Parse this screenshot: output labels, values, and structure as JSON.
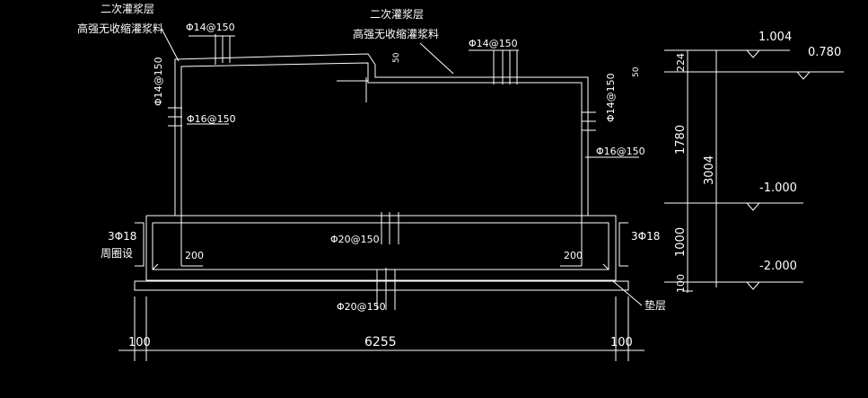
{
  "colors": {
    "background": "#000000",
    "line": "#ffffff"
  },
  "annotations": {
    "grout_left": {
      "line1": "二次灌浆层",
      "line2": "高强无收缩灌浆料"
    },
    "grout_mid": {
      "line1": "二次灌浆层",
      "line2": "高强无收缩灌浆料"
    },
    "rebar_top_left": "Φ14@150",
    "rebar_top_mid": "Φ14@150",
    "rebar_left_vertical": "Φ14@150",
    "rebar_left_wall": "Φ16@150",
    "rebar_right_vertical": "Φ14@150",
    "rebar_right_wall": "Φ16@150",
    "rebar_slab_mid": "Φ20@150",
    "rebar_base": "Φ20@150",
    "ring_left_line1": "3Φ18",
    "ring_left_line2": "周圈设",
    "ring_right": "3Φ18",
    "inner_left_200": "200",
    "inner_right_200": "200",
    "small_top_left_50": "50",
    "small_top_right_50": "50",
    "bedding_layer": "垫层"
  },
  "levels": {
    "top": "1.004",
    "top_right": "0.780",
    "mid": "-1.000",
    "bottom": "-2.000"
  },
  "dimensions": {
    "right_224": "224",
    "right_1780": "1780",
    "right_3004": "3004",
    "right_1000": "1000",
    "right_100": "100",
    "bottom_left_100": "100",
    "bottom_6255": "6255",
    "bottom_right_100": "100"
  }
}
